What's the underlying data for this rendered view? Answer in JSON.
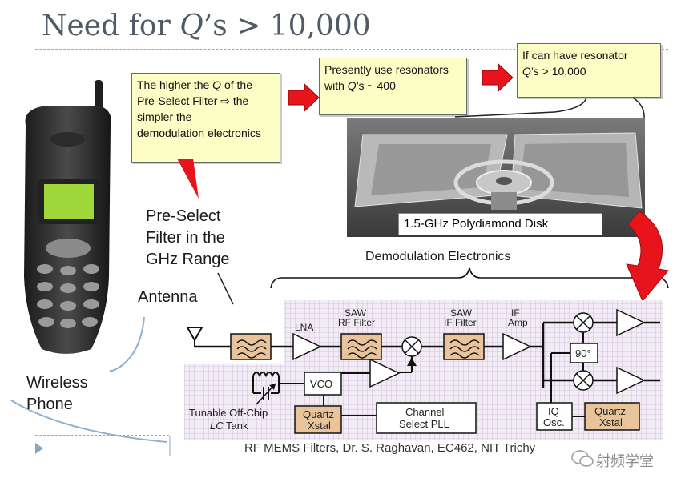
{
  "slide": {
    "title_pre": "Need for ",
    "title_q": "Q",
    "title_post": "’s > 10,000"
  },
  "callouts": {
    "left_line1_pre": "The higher the ",
    "left_line1_q": "Q",
    "left_line1_post": " of the",
    "left_line2_pre": "Pre-Select Filter ",
    "left_line2_arrow": "⇨",
    "left_line2_post": " the",
    "left_line3": "simpler the",
    "left_line4": "demodulation electronics",
    "mid_line1": "Presently use resonators",
    "mid_line2_pre": "with ",
    "mid_line2_q": "Q",
    "mid_line2_post": "’s ~ 400",
    "right_line1": "If can have resonator",
    "right_line2_q": "Q",
    "right_line2_post": "’s > 10,000"
  },
  "labels": {
    "preselect_1": "Pre-Select",
    "preselect_2": "Filter in the",
    "preselect_3": "GHz Range",
    "antenna": "Antenna",
    "phone_1": "Wireless",
    "phone_2": "Phone",
    "demod": "Demodulation Electronics",
    "disk": "1.5-GHz Polydiamond Disk"
  },
  "circuit": {
    "lna": "LNA",
    "saw": "SAW",
    "rf_filter": "RF Filter",
    "if_filter": "IF Filter",
    "if": "IF",
    "amp": "Amp",
    "phase": "90°",
    "vco": "VCO",
    "quartz": "Quartz",
    "xtal": "Xstal",
    "channel": "Channel",
    "select_pll": "Select PLL",
    "iq": "IQ",
    "osc": "Osc.",
    "tunable": "Tunable Off-Chip",
    "lc": "LC",
    "tank": " Tank"
  },
  "footer": {
    "caption": "RF MEMS Filters, Dr. S. Raghavan, EC462, NIT Trichy",
    "watermark": "射频学堂"
  },
  "colors": {
    "callout_bg": "#fdfdc6",
    "arrow_red": "#e8141b",
    "phone_screen": "#9fd63a",
    "circuit_grid": "#d8c8e2",
    "filter_fill": "#e9c49a"
  }
}
